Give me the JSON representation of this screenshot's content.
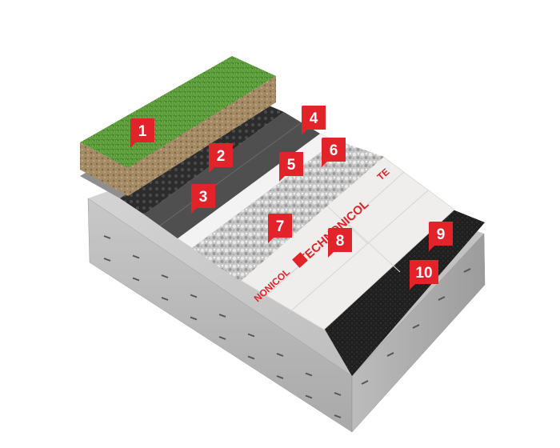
{
  "brand": {
    "name": "TECHNONICOL",
    "partial_left": "NONICOL",
    "partial_top": "TE",
    "accent_color": "#e2232a"
  },
  "layers": [
    {
      "id": "1",
      "label": "1"
    },
    {
      "id": "2",
      "label": "2"
    },
    {
      "id": "3",
      "label": "3"
    },
    {
      "id": "4",
      "label": "4"
    },
    {
      "id": "5",
      "label": "5"
    },
    {
      "id": "6",
      "label": "6"
    },
    {
      "id": "7",
      "label": "7"
    },
    {
      "id": "8",
      "label": "8"
    },
    {
      "id": "9",
      "label": "9"
    },
    {
      "id": "10",
      "label": "10"
    }
  ],
  "colors": {
    "grass": "#4f8a2e",
    "soil": "#a88f6a",
    "geotextile": "#8f8f8f",
    "drainage_membrane": "#2b2b2b",
    "membrane_grey": "#5c5c5c",
    "gravel": "#c9c9c9",
    "insulation": "#efeeed",
    "bitumen": "#1f1f1f",
    "concrete": "#bdbdbd",
    "tag_red": "#e2232a"
  }
}
